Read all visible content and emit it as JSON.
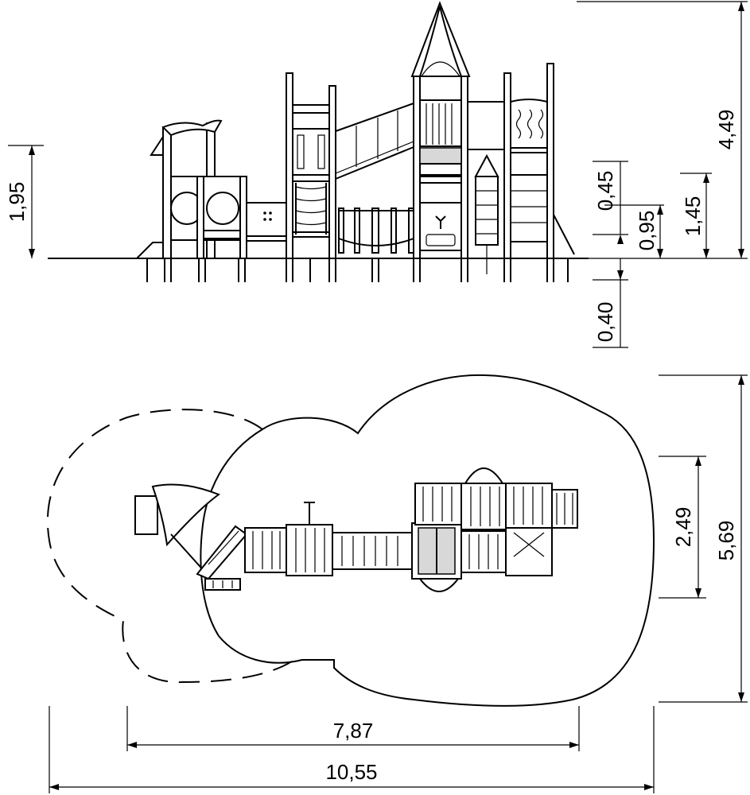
{
  "dimensions": {
    "side_height_left": "1,95",
    "total_height": "4,49",
    "offset_045": "0,45",
    "offset_095": "0,95",
    "offset_145": "1,45",
    "foundation_depth": "0,40",
    "plan_width_inner": "2,49",
    "plan_width_outer": "5,69",
    "plan_length_inner": "7,87",
    "plan_length_outer": "10,55"
  },
  "colors": {
    "line": "#000000",
    "background": "#ffffff",
    "fill_gray": "#d8d8d8"
  }
}
